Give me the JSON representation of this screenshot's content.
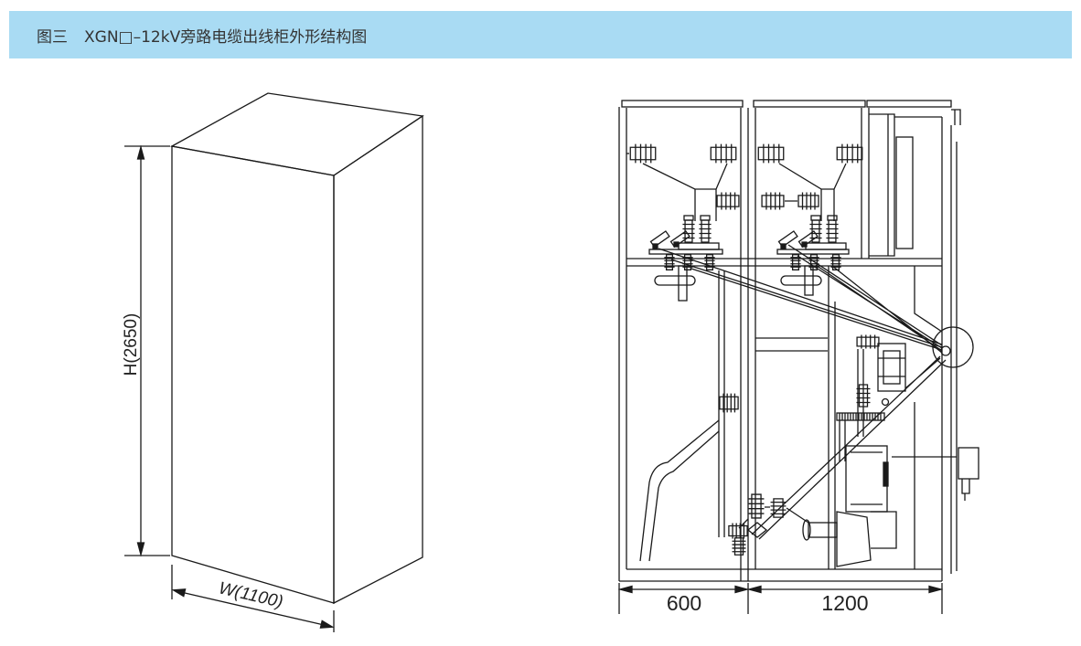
{
  "header": {
    "figure_label": "图三",
    "title": "XGN□–12kV旁路电缆出线柜外形结构图"
  },
  "isometric_view": {
    "height_label": "H(2650)",
    "width_label": "W(1100)"
  },
  "side_view": {
    "left_bay_dimension": "600",
    "right_bay_dimension": "1200"
  },
  "colors": {
    "header_bg": "#a9dbf3",
    "line": "#1a1a1a",
    "text": "#333333"
  }
}
